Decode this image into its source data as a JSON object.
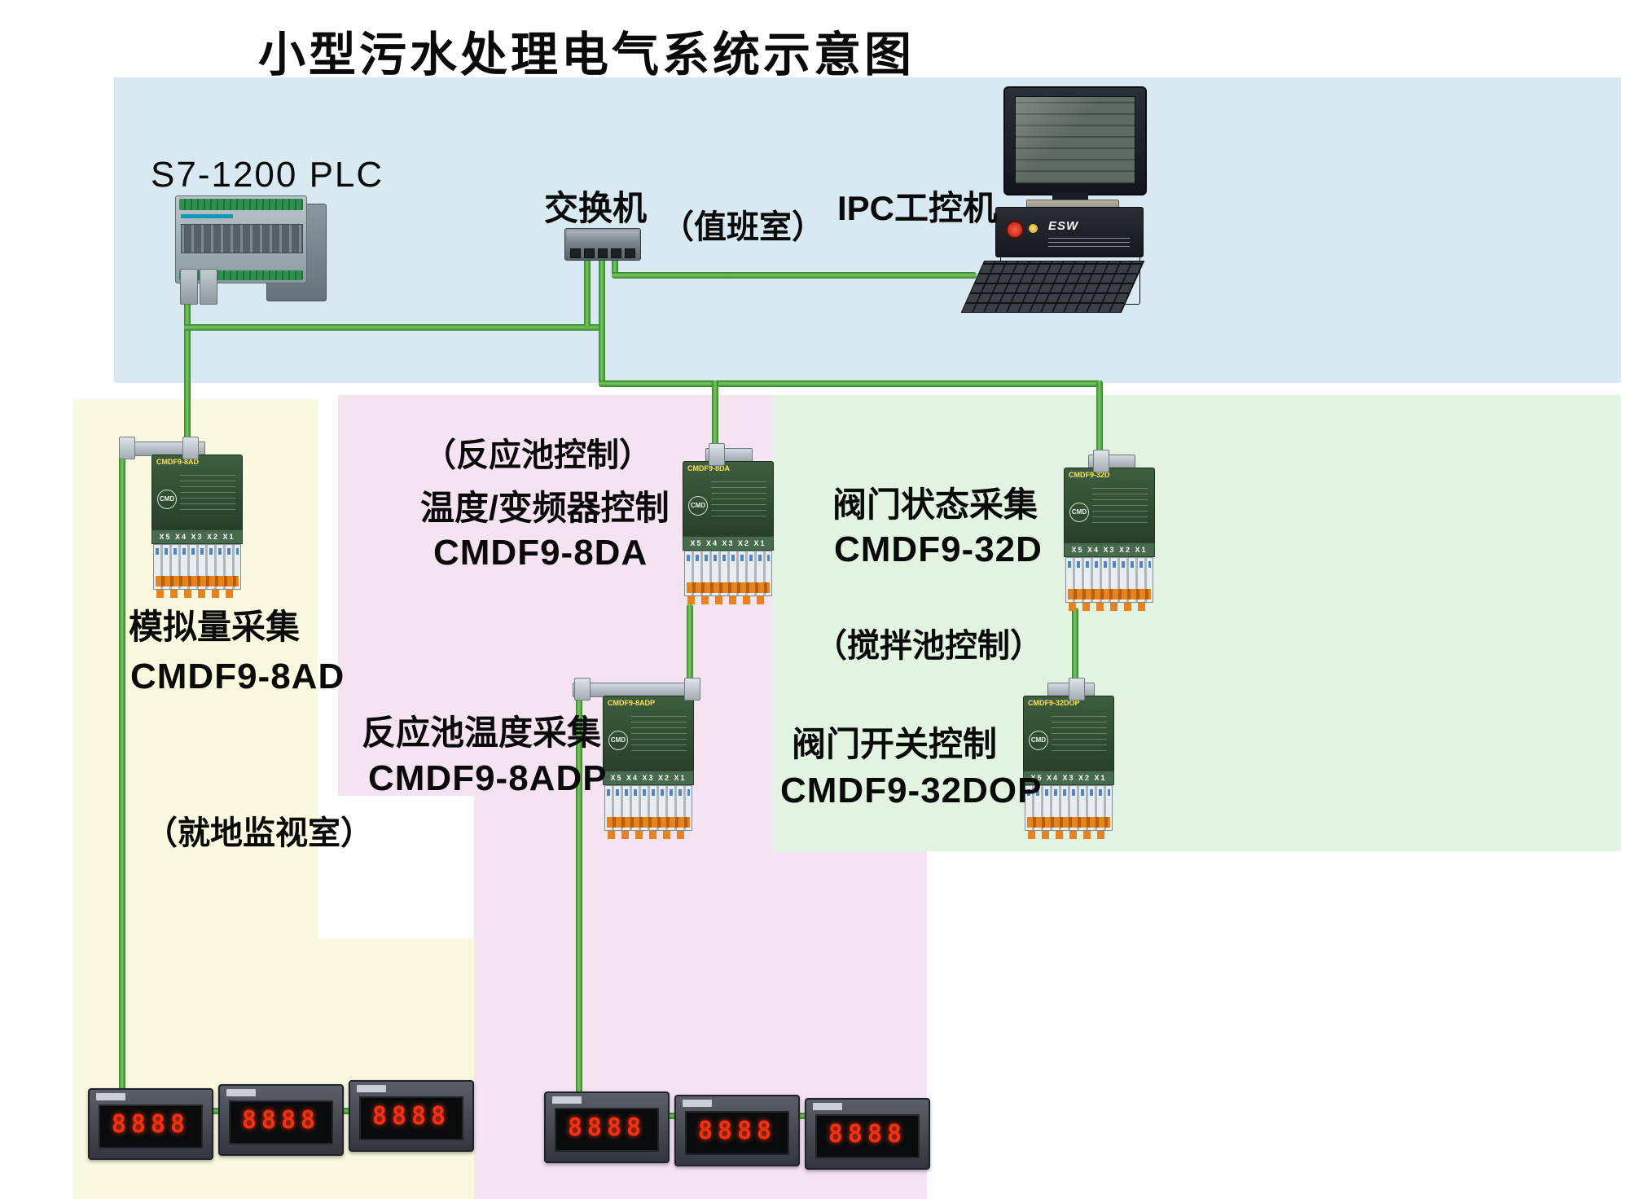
{
  "title": "小型污水处理电气系统示意图",
  "top": {
    "plc_label": "S7-1200  PLC",
    "switch_label": "交换机",
    "duty_room_label": "（值班室）",
    "ipc_label": "IPC工控机",
    "ipc_box_text": "ESW"
  },
  "left_zone": {
    "function_label": "模拟量采集",
    "model_label": "CMDF9-8AD",
    "room_label": "（就地监视室）"
  },
  "middle_zone": {
    "control_label": "（反应池控制）",
    "function_label": "温度/变频器控制",
    "model_label": "CMDF9-8DA",
    "function2_label": "反应池温度采集",
    "model2_label": "CMDF9-8ADP"
  },
  "right_zone": {
    "function_label": "阀门状态采集",
    "model_label": "CMDF9-32D",
    "control_label": "（搅拌池控制）",
    "function2_label": "阀门开关控制",
    "model2_label": "CMDF9-32DOP"
  },
  "modules": {
    "m8ad": {
      "device_label": "CMDF9-8AD"
    },
    "m8da": {
      "device_label": "CMDF9-8DA"
    },
    "m32d": {
      "device_label": "CMDF9-32D"
    },
    "m8adp": {
      "device_label": "CMDF9-8ADP"
    },
    "m32dop": {
      "device_label": "CMDF9-32DOP"
    },
    "ports_label": "X5 X4 X3 X2 X1",
    "brand_label": "CMD"
  },
  "meter": {
    "display": "8888"
  },
  "colors": {
    "cable_green": "#58b345",
    "zone_top": "#d9e9f1",
    "zone_left": "#f8f9df",
    "zone_middle": "#f6e3f2",
    "zone_right": "#e2f4e1",
    "meter_digit_red": "#ff2d12"
  }
}
